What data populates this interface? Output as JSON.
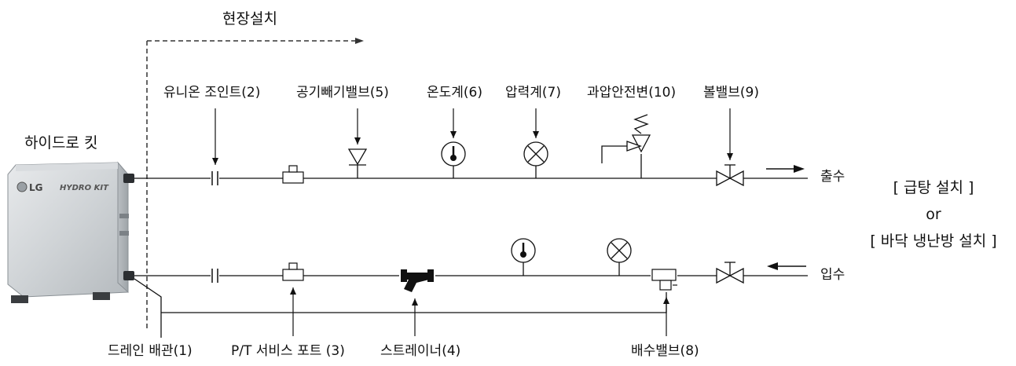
{
  "field_install": "현장설치",
  "unit": {
    "name": "하이드로 킷",
    "brand": "LG",
    "model": "HYDRO KIT"
  },
  "top_labels": {
    "union_joint": "유니온 조인트(2)",
    "air_vent": "공기빼기밸브(5)",
    "thermometer": "온도계(6)",
    "pressure_gauge": "압력계(7)",
    "relief_valve": "과압안전변(10)",
    "ball_valve": "볼밸브(9)"
  },
  "bottom_labels": {
    "drain_pipe": "드레인 배관(1)",
    "pt_port": "P/T 서비스 포트 (3)",
    "strainer": "스트레이너(4)",
    "drain_valve": "배수밸브(8)"
  },
  "flows": {
    "outlet": "출수",
    "inlet": "입수"
  },
  "applications": {
    "hot_water": "[ 급탕 설치 ]",
    "or": "or",
    "floor": "[ 바닥 냉난방 설치 ]"
  }
}
